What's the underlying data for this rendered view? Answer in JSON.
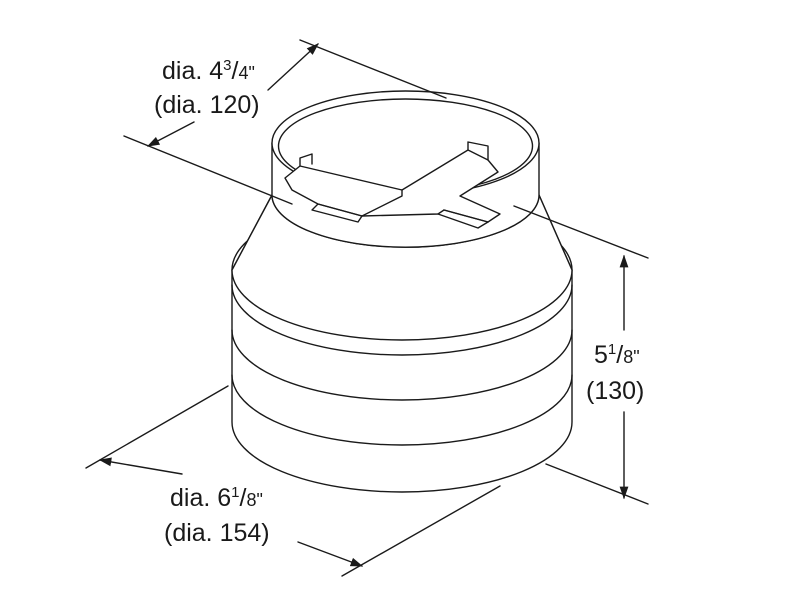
{
  "top_dimension": {
    "prefix": "dia. 4",
    "numerator": "3",
    "slash": "/",
    "denominator": "4\"",
    "metric": "(dia. 120)"
  },
  "bottom_dimension": {
    "prefix": "dia. 6",
    "numerator": "1",
    "slash": "/",
    "denominator": "8\"",
    "metric": "(dia. 154)"
  },
  "height_dimension": {
    "prefix": "5",
    "numerator": "1",
    "slash": "/",
    "denominator": "8\"",
    "metric": "(130)"
  }
}
